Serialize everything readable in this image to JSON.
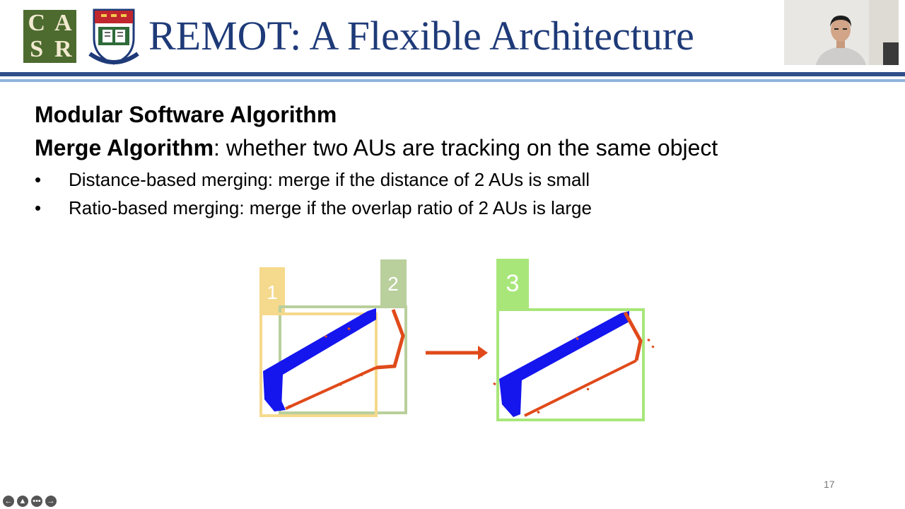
{
  "header": {
    "title": "REMOT: A Flexible Architecture",
    "logo_letters": [
      "C",
      "A",
      "S",
      "R"
    ]
  },
  "content": {
    "heading": "Modular Software Algorithm",
    "merge_label": "Merge Algorithm",
    "merge_text": ": whether two AUs are tracking on the same object",
    "bullets": [
      {
        "dot": "•",
        "text": "Distance-based merging: merge if the distance of 2 AUs is small"
      },
      {
        "dot": "•",
        "text": "Ratio-based merging: merge if the overlap ratio of 2 AUs is large"
      }
    ]
  },
  "diagram": {
    "labels": [
      "1",
      "2",
      "3"
    ],
    "colors": {
      "au1": "#f5d98c",
      "au2": "#b9cf9c",
      "au3": "#a8e67a",
      "blue": "#1515ee",
      "red": "#e04a1a",
      "arrow": "#e04a1a"
    }
  },
  "footer": {
    "page_number": "17",
    "nav_icons": [
      "prev-icon",
      "pointer-icon",
      "menu-icon",
      "next-icon"
    ],
    "nav_glyphs": [
      "←",
      "▲",
      "•••",
      "→"
    ]
  }
}
